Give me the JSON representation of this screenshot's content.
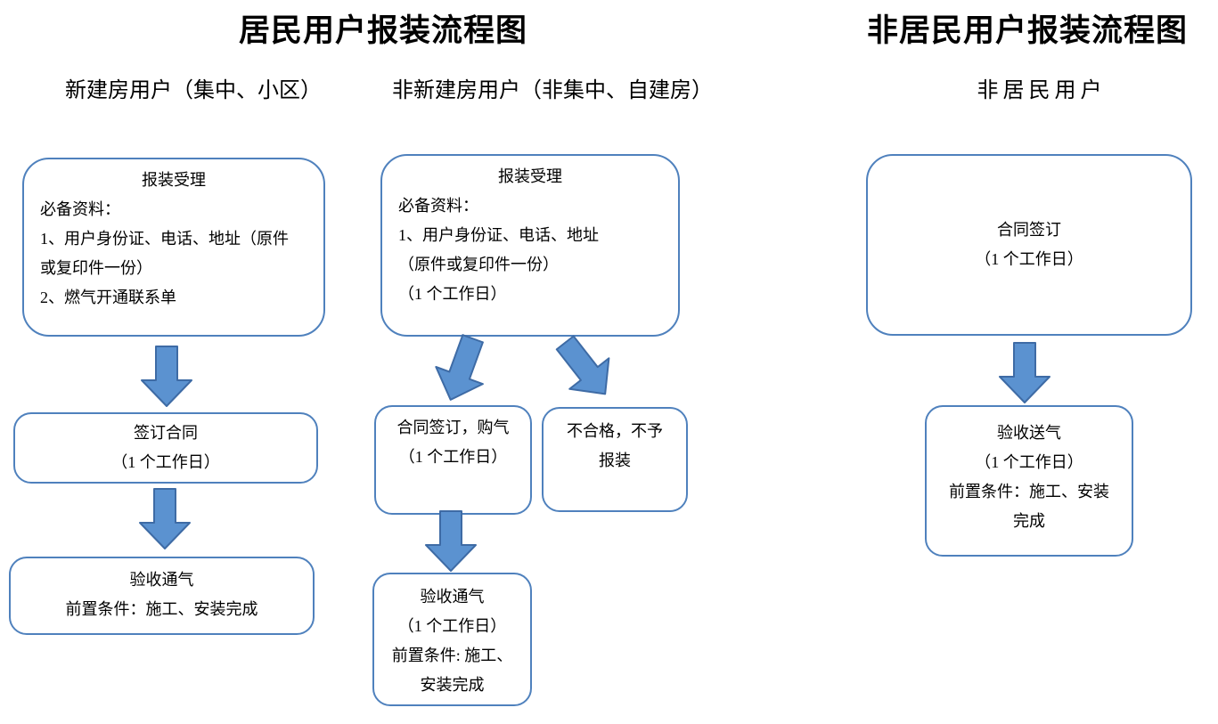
{
  "residential": {
    "title": "居民用户报装流程图",
    "new_building": {
      "header": "新建房用户（集中、小区）",
      "accept_box": {
        "line1": "报装受理",
        "line2": "必备资料：",
        "line3": "1、用户身份证、电话、地址（原件",
        "line4": "或复印件一份）",
        "line5": "2、燃气开通联系单"
      },
      "contract_box": {
        "line1": "签订合同",
        "line2": "（1 个工作日）"
      },
      "acceptance_box": {
        "line1": "验收通气",
        "line2": "前置条件：施工、安装完成"
      }
    },
    "non_new_building": {
      "header": "非新建房用户（非集中、自建房）",
      "accept_box": {
        "line1": "报装受理",
        "line2": "必备资料：",
        "line3": "1、用户身份证、电话、地址",
        "line4": "（原件或复印件一份）",
        "line5": "（1 个工作日）"
      },
      "contract_purchase_box": {
        "line1": "合同签订，购气",
        "line2": "（1 个工作日）"
      },
      "reject_box": {
        "line1": "不合格，不予",
        "line2": "报装"
      },
      "acceptance_box": {
        "line1": "验收通气",
        "line2": "（1 个工作日）",
        "line3": "前置条件: 施工、",
        "line4": "安装完成"
      }
    }
  },
  "non_residential": {
    "title": "非居民用户报装流程图",
    "header": "非居民用户",
    "contract_box": {
      "line1": "合同签订",
      "line2": "（1 个工作日）"
    },
    "delivery_box": {
      "line1": "验收送气",
      "line2": "（1 个工作日）",
      "line3": "前置条件：施工、安装",
      "line4": "完成"
    }
  },
  "colors": {
    "box_border": "#4f81bd",
    "arrow_fill": "#5b92d0",
    "arrow_stroke": "#3e6ba5",
    "text": "#000000",
    "background": "#ffffff"
  }
}
